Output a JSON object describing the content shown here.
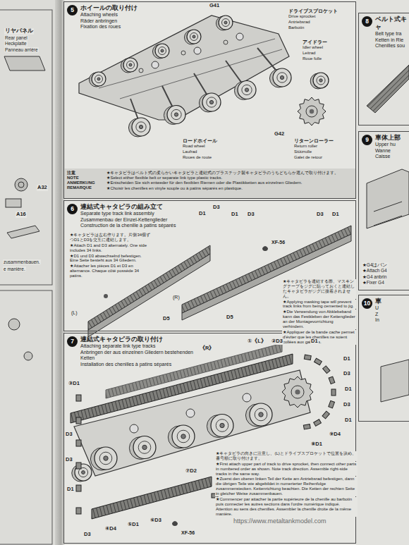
{
  "diagram": {
    "nodes": [
      {
        "text": [
          "5",
          "ホイールの取り付け",
          "Attaching wheels",
          "Räder anbringen",
          "Fixation des roues"
        ]
      },
      {
        "text": [
          "注意",
          "NOTE",
          "ANMERKUNG",
          "REMARQUE",
          "★キャタピラはベルト式の柔らかいキャタピラと連結式のプラスチック製キャタピラのうちどちらか選んで取り付けます。",
          "★Select either flexible belt or separate link type plastic tracks.",
          "★Entscheiden Sie sich entweder für den flexiblen Riemen oder die Plastikketten aus einzelnen Gliedern.",
          "★Choisir les chenilles en vinyle souple ou à patins séparés en plastique."
        ],
        "in": 0
      },
      {
        "text": [
          "6",
          "連結式キャタピラの組み立て",
          "Separate type track link assembly",
          "Zusammenbau der Einzel-Kettenglieder",
          "Construction de la chenille à patins séparés"
        ]
      },
      {
        "text": [
          "7",
          "連結式キャタピラの取り付け",
          "Attaching separate link type tracks",
          "Anbringen der aus einzelnen Gliedern bestehenden Ketten",
          "Installation des chenilles à patins séparés"
        ]
      },
      {
        "text": [
          "8",
          "ベルト式キャ",
          "Belt type tra",
          "Ketten in Rie",
          "Chenilles sou"
        ]
      },
      {
        "text": [
          "9",
          "車体上部",
          "Upper hu",
          "Wanne",
          "Caisse"
        ]
      },
      {
        "text": [
          "10",
          "車",
          "U",
          "Z",
          "In"
        ]
      }
    ],
    "labels": [
      "リヤパネル",
      "Rear panel",
      "Heckplatte",
      "Panneau arrière",
      "A32",
      "A16",
      "zusammenbauen.",
      "e manière.",
      "G41",
      "ドライブスプロケット",
      "Drive sprocket",
      "Antriebsrad",
      "Barbotin",
      "アイドラー",
      "Idler wheel",
      "Leitrad",
      "Roue folle",
      "G42",
      "ロードホイール",
      "Road wheel",
      "Laufrad",
      "Roues de route",
      "リターンローラー",
      "Return roller",
      "Stützrolle",
      "Galet de retour",
      "D1",
      "D3",
      "D1",
      "D3",
      "D3",
      "D1",
      "XF-56",
      "D5",
      "D5",
      "(L)",
      "(R)",
      "★キャタピラは左右作ります。片側34個ずつD1とD3を交互に連結します。",
      "★Attach D1 and D3 alternately. One side includes 34 links.",
      "★D1 und D3 abwechselnd befestigen. Eine Seite besteht aus 34 Gliedern.",
      "★Attacher les pièces D1 et D3 en alternance. Chaque côté possède 34 patins.",
      "★キャタピラを連結する際、マスキングテープをジグに貼っておくと連結したキャタピラがジグに接着されません。",
      "★Applying masking tape will prevent track links from being cemented to jig.",
      "★Die Verwendung von Abklebeband kann das Festkleben der Kettenglieder an der Montagevorrichtung verhindern.",
      "★Appliquer de la bande cache permet d'éviter que les chenilles ne soient collées aux gabarits.",
      "《R》",
      "①《L》",
      "②D3",
      "D1",
      "D1",
      "D3",
      "D1",
      "D3",
      "D1",
      "⑨D4",
      "⑧D1",
      "③D1",
      "D3",
      "D3",
      "D1",
      "D3",
      "④D4",
      "⑤D1",
      "⑥D3",
      "⑦D2",
      "XF-56",
      "★キャタピラの向きに注意し、(L)とドライブスプロケットで位置を決め、番号順に取り付けます。",
      "★First attach upper part of track to drive sprocket, then connect other parts in numbered order as shown. Note track direction. Assemble right-side tracks in the same way.",
      "★Zuerst den oberen linken Teil der Kette am Antriebsrad befestigen, dann die übrigen Teile wie abgebildet in numerierter Reihenfolge zusammenstecken. Kettenrichtung beachten. Die Ketten der rechten Seite in gleicher Weise zusammenbauen.",
      "★Commencer par attacher la partie supérieure de la chenille au barbotin puis connecter les autres sections dans l'ordre numérique indiqué. Attention au sens des chenilles. Assembler la chenille droite de la même manière.",
      "https://www.metaltankmodel.com",
      "★G4はパン",
      "★Attach G4",
      "★G4 anbrin",
      "★Fixer G4"
    ]
  }
}
